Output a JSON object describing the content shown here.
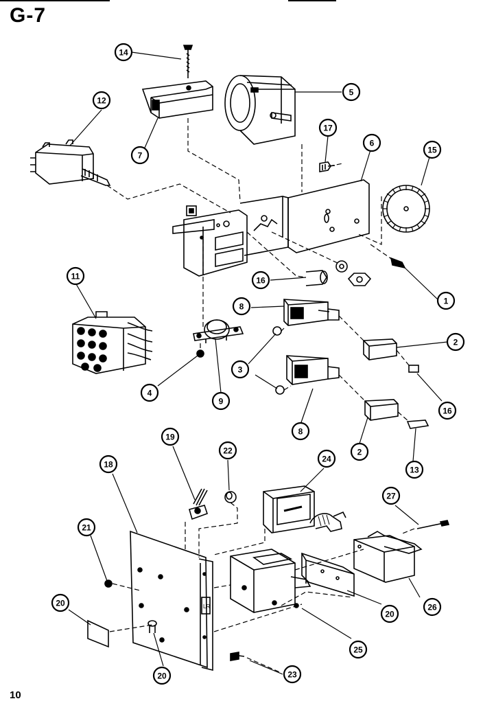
{
  "page": {
    "section_code": "G-7",
    "page_number": "10"
  },
  "callouts": [
    {
      "id": "c14a",
      "label": "14"
    },
    {
      "id": "c12",
      "label": "12"
    },
    {
      "id": "c7",
      "label": "7"
    },
    {
      "id": "c5",
      "label": "5"
    },
    {
      "id": "c17",
      "label": "17"
    },
    {
      "id": "c6",
      "label": "6"
    },
    {
      "id": "c15",
      "label": "15"
    },
    {
      "id": "c11",
      "label": "11"
    },
    {
      "id": "c16a",
      "label": "16"
    },
    {
      "id": "c1",
      "label": "1"
    },
    {
      "id": "c8a",
      "label": "8"
    },
    {
      "id": "c2a",
      "label": "2"
    },
    {
      "id": "c3",
      "label": "3"
    },
    {
      "id": "c4",
      "label": "4"
    },
    {
      "id": "c9",
      "label": "9"
    },
    {
      "id": "c16b",
      "label": "16"
    },
    {
      "id": "c8b",
      "label": "8"
    },
    {
      "id": "c2b",
      "label": "2"
    },
    {
      "id": "c13",
      "label": "13"
    },
    {
      "id": "c19",
      "label": "19"
    },
    {
      "id": "c22",
      "label": "22"
    },
    {
      "id": "c18",
      "label": "18"
    },
    {
      "id": "c24",
      "label": "24"
    },
    {
      "id": "c27",
      "label": "27"
    },
    {
      "id": "c21",
      "label": "21"
    },
    {
      "id": "c20a",
      "label": "20"
    },
    {
      "id": "c20b",
      "label": "20"
    },
    {
      "id": "c20c",
      "label": "20"
    },
    {
      "id": "c26",
      "label": "26"
    },
    {
      "id": "c25",
      "label": "25"
    },
    {
      "id": "c23",
      "label": "23"
    }
  ]
}
